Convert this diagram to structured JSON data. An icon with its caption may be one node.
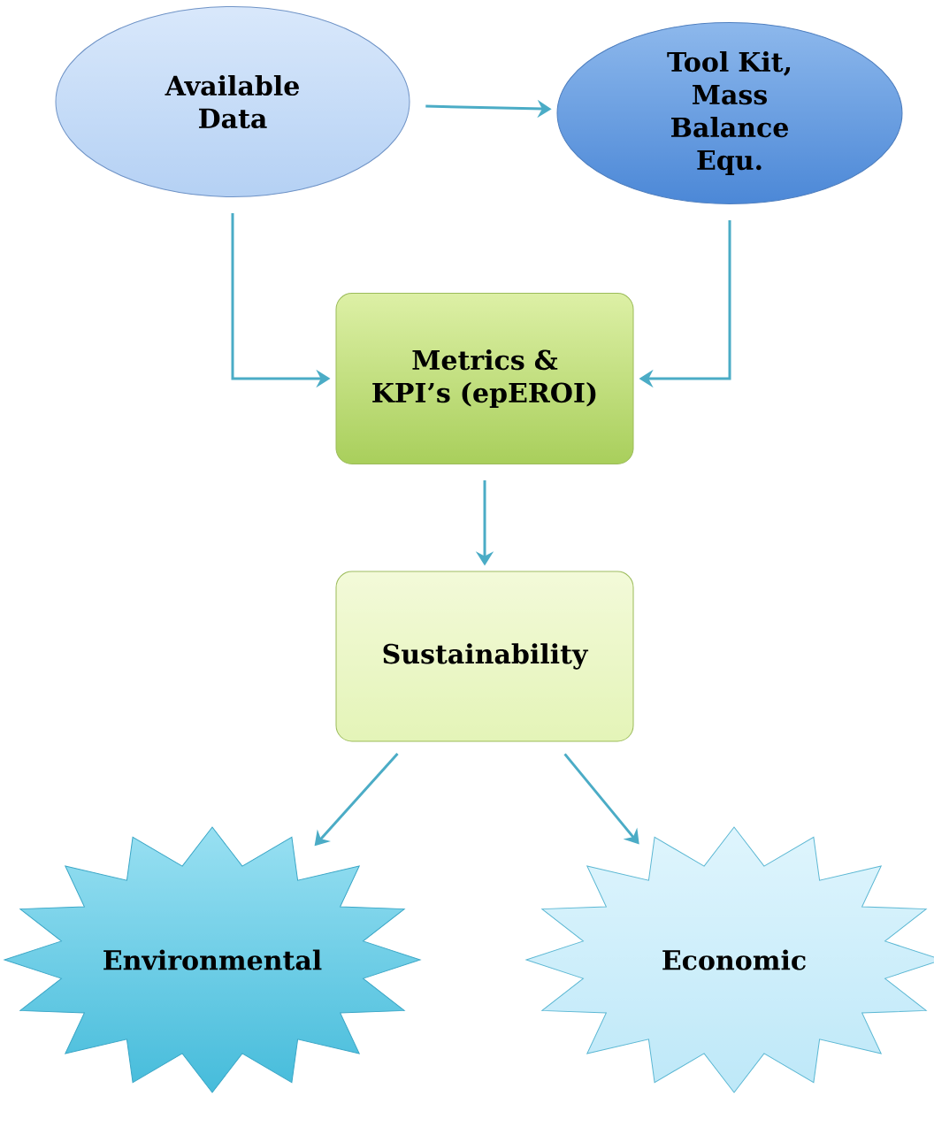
{
  "diagram": {
    "nodes": [
      {
        "text": [
          "Available Data"
        ]
      },
      {
        "text": [
          "Tool Kit, Mass Balance Equ."
        ]
      },
      {
        "text": [
          "Metrics & KPI’s (epEROI)"
        ]
      },
      {
        "text": [
          "Sustainability"
        ]
      },
      {
        "text": [
          "Environmental"
        ]
      },
      {
        "text": [
          "Economic"
        ]
      }
    ],
    "edges": [
      {
        "from": 0,
        "to": 1,
        "arrow": "to"
      },
      {
        "from": 0,
        "to": 2,
        "arrow": "to"
      },
      {
        "from": 1,
        "to": 2,
        "arrow": "to"
      },
      {
        "from": 2,
        "to": 3,
        "arrow": "to"
      },
      {
        "from": 3,
        "to": 4,
        "arrow": "to"
      },
      {
        "from": 3,
        "to": 5,
        "arrow": "to"
      }
    ]
  }
}
